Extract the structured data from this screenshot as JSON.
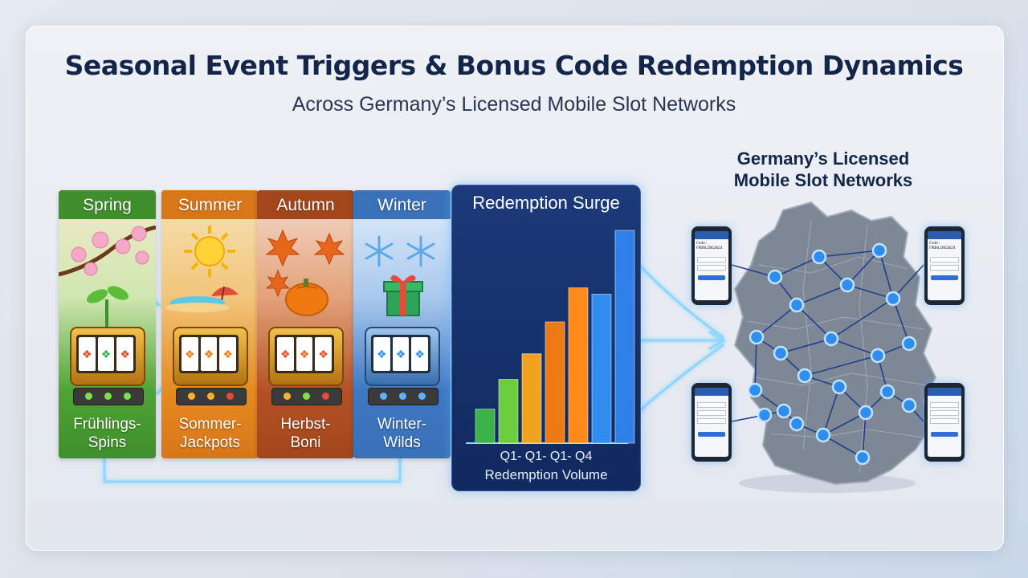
{
  "title": "Seasonal Event Triggers & Bonus Code Redemption Dynamics",
  "subtitle": "Across Germany’s Licensed Mobile Slot Networks",
  "seasons": [
    {
      "name": "Spring",
      "label_line1": "Frühlings-",
      "label_line2": "Spins",
      "header_color": "#3f8f2c",
      "body_color": "#4ea334"
    },
    {
      "name": "Summer",
      "label_line1": "Sommer-",
      "label_line2": "Jackpots",
      "header_color": "#d8761a",
      "body_color": "#e58a1f"
    },
    {
      "name": "Autumn",
      "label_line1": "Herbst-",
      "label_line2": "Boni",
      "header_color": "#a3461c",
      "body_color": "#b35125"
    },
    {
      "name": "Winter",
      "label_line1": "Winter-",
      "label_line2": "Wilds",
      "header_color": "#3a71b8",
      "body_color": "#3e78c2"
    }
  ],
  "redemption_panel": {
    "title": "Redemption Surge",
    "x_label": "Q1- Q1- Q1- Q4",
    "y_label": "Redemption Volume"
  },
  "chart_data": {
    "type": "bar",
    "title": "Redemption Surge",
    "xlabel": "Q1- Q1- Q1- Q4",
    "ylabel": "Redemption Volume",
    "values": [
      0.16,
      0.3,
      0.42,
      0.57,
      0.73,
      0.7,
      1.0
    ],
    "colors": [
      "#3bb34a",
      "#6ccc3c",
      "#f0a21c",
      "#f07a12",
      "#ff8a1a",
      "#2f8df0",
      "#2f7fe8"
    ]
  },
  "map": {
    "title_line1": "Germany’s Licensed",
    "title_line2": "Mobile Slot Networks"
  },
  "phones": [
    {
      "code_label": "Code:",
      "code_value": "FRÜHLING2024"
    },
    {
      "code_label": "Code:",
      "code_value": "FRÜHLING2024"
    },
    {
      "code_label": "",
      "code_value": ""
    },
    {
      "code_label": "",
      "code_value": ""
    }
  ]
}
